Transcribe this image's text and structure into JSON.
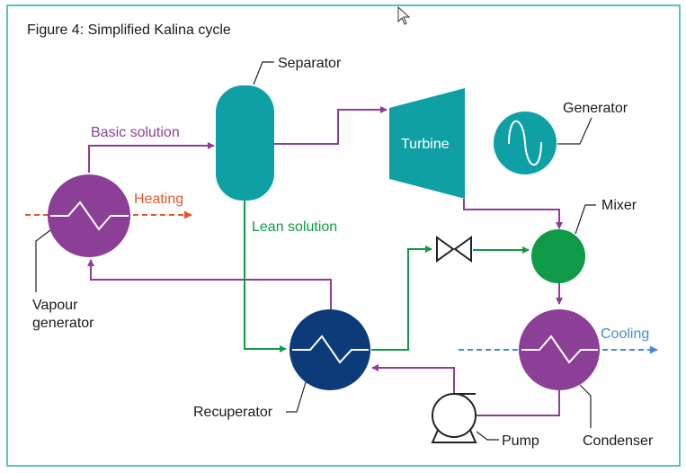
{
  "figure": {
    "title": "Figure 4: Simplified Kalina cycle"
  },
  "components": {
    "separator": "Separator",
    "turbine": "Turbine",
    "generator": "Generator",
    "mixer": "Mixer",
    "vapour_generator_line1": "Vapour",
    "vapour_generator_line2": "generator",
    "recuperator": "Recuperator",
    "pump": "Pump",
    "condenser": "Condenser"
  },
  "streams": {
    "basic_solution": "Basic solution",
    "lean_solution": "Lean solution",
    "heating": "Heating",
    "cooling": "Cooling"
  },
  "colors": {
    "border": "#5bc0c6",
    "teal": "#0fa0a6",
    "purple": "#8c3f96",
    "dark_blue": "#0d3b7a",
    "green": "#0f9a47",
    "heating": "#e5572b",
    "cooling": "#4a8ad4",
    "black": "#222222"
  },
  "icons": {
    "cursor": "mouse-pointer-icon",
    "valve": "valve-icon",
    "heat_exchanger": "heat-exchanger-coil-icon",
    "sine": "sine-wave-icon"
  }
}
